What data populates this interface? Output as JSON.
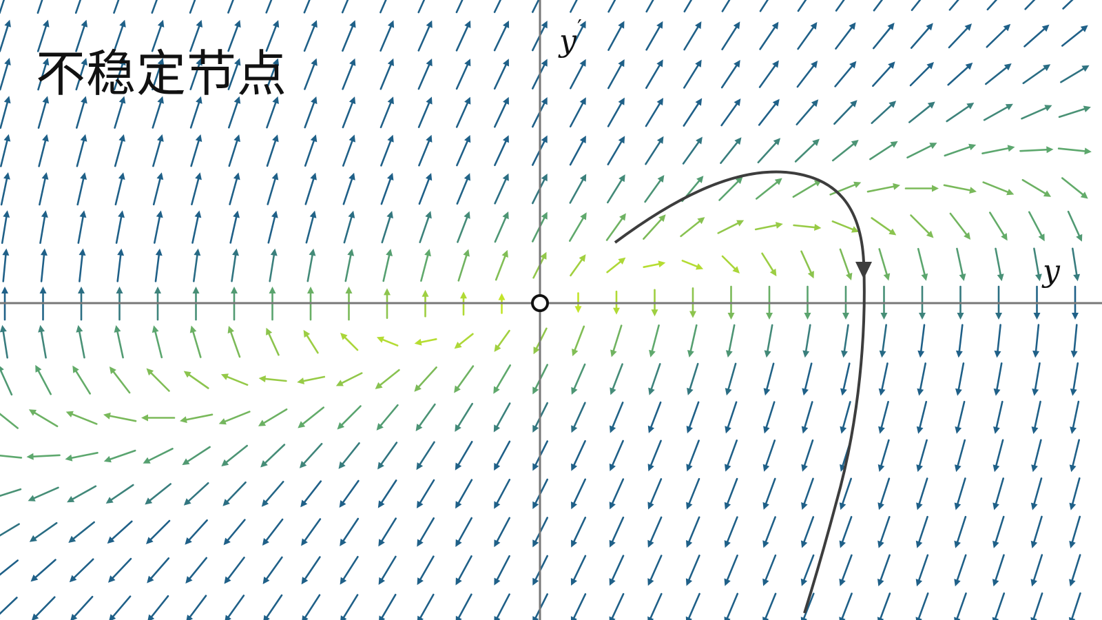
{
  "title": "不稳定节点",
  "axes": {
    "x_label": "y",
    "y_label": "y",
    "y_label_prime": "′"
  },
  "equilibrium": {
    "y": 0,
    "y_prime": 0
  },
  "colors": {
    "axis": "#777777",
    "trajectory": "#3d3d3d",
    "slow_arrows": "#d4ef1d",
    "mid_arrows": "#5da86d",
    "fast_arrows": "#1f6088"
  }
}
